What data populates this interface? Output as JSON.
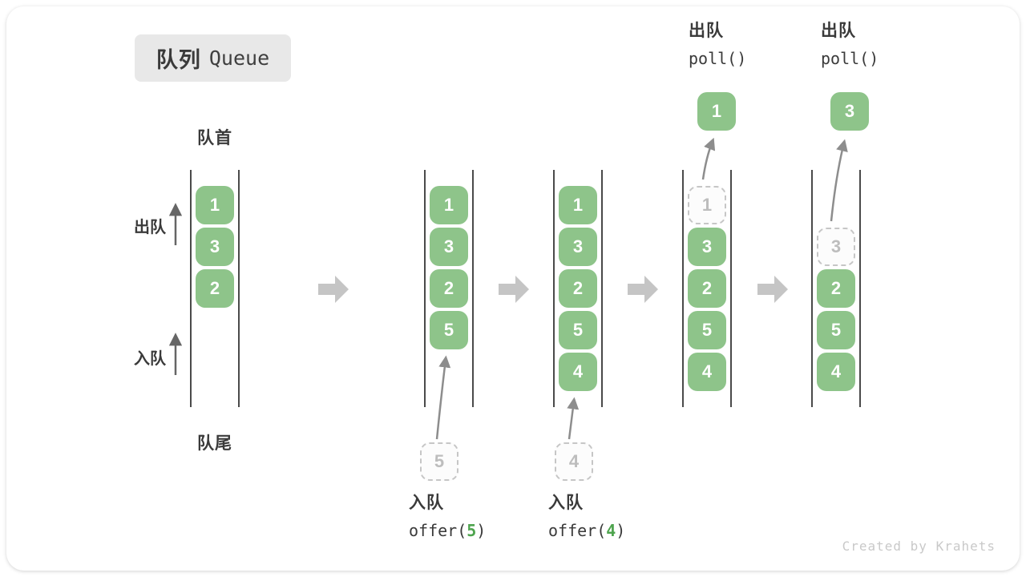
{
  "title": {
    "zh": "队列",
    "en": "Queue"
  },
  "side_labels": {
    "front": "队首",
    "rear": "队尾",
    "dequeue": "出队",
    "enqueue": "入队"
  },
  "colors": {
    "box_green": "#8EC48A",
    "code_arg_green": "#4EA44E",
    "removed_gray": "#bdbdbd",
    "flow_arrow_gray": "#c5c5c5"
  },
  "states": {
    "s1": {
      "slots": [
        "1",
        "3",
        "2"
      ]
    },
    "s2": {
      "slots": [
        "1",
        "3",
        "2",
        "5"
      ],
      "incoming": "5",
      "op": {
        "action": "入队",
        "fn": "offer(",
        "arg": "5",
        "close": ")"
      }
    },
    "s3": {
      "slots": [
        "1",
        "3",
        "2",
        "5",
        "4"
      ],
      "incoming": "4",
      "op": {
        "action": "入队",
        "fn": "offer(",
        "arg": "4",
        "close": ")"
      }
    },
    "s4": {
      "removed": "1",
      "slots": [
        "3",
        "2",
        "5",
        "4"
      ],
      "popped": "1",
      "op": {
        "action": "出队",
        "code": "poll()"
      }
    },
    "s5": {
      "removed": "3",
      "slots": [
        "2",
        "5",
        "4"
      ],
      "popped": "3",
      "op": {
        "action": "出队",
        "code": "poll()"
      }
    }
  },
  "watermark": "Created by Krahets"
}
